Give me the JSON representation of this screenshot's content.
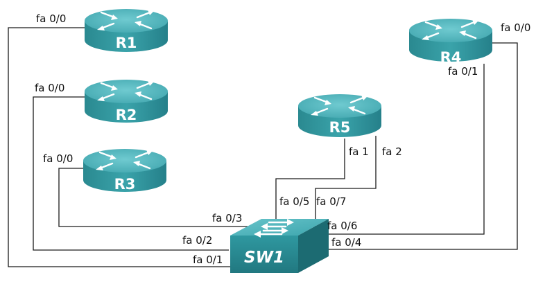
{
  "devices": {
    "r1": {
      "label": "R1"
    },
    "r2": {
      "label": "R2"
    },
    "r3": {
      "label": "R3"
    },
    "r4": {
      "label": "R4"
    },
    "r5": {
      "label": "R5"
    },
    "sw1": {
      "label": "SW1"
    }
  },
  "ports": {
    "r1_fa00": "fa 0/0",
    "r2_fa00": "fa 0/0",
    "r3_fa00": "fa 0/0",
    "r4_fa00": "fa 0/0",
    "r4_fa01": "fa 0/1",
    "r5_fa1": "fa 1",
    "r5_fa2": "fa 2",
    "sw_fa01": "fa 0/1",
    "sw_fa02": "fa 0/2",
    "sw_fa03": "fa 0/3",
    "sw_fa04": "fa 0/4",
    "sw_fa05": "fa 0/5",
    "sw_fa06": "fa 0/6",
    "sw_fa07": "fa 0/7"
  },
  "colors": {
    "device_top": "#52b9c0",
    "device_side": "#2f8f97",
    "device_dark": "#1f6f76",
    "arrow": "#ffffff",
    "wire": "#1a1a1a"
  }
}
